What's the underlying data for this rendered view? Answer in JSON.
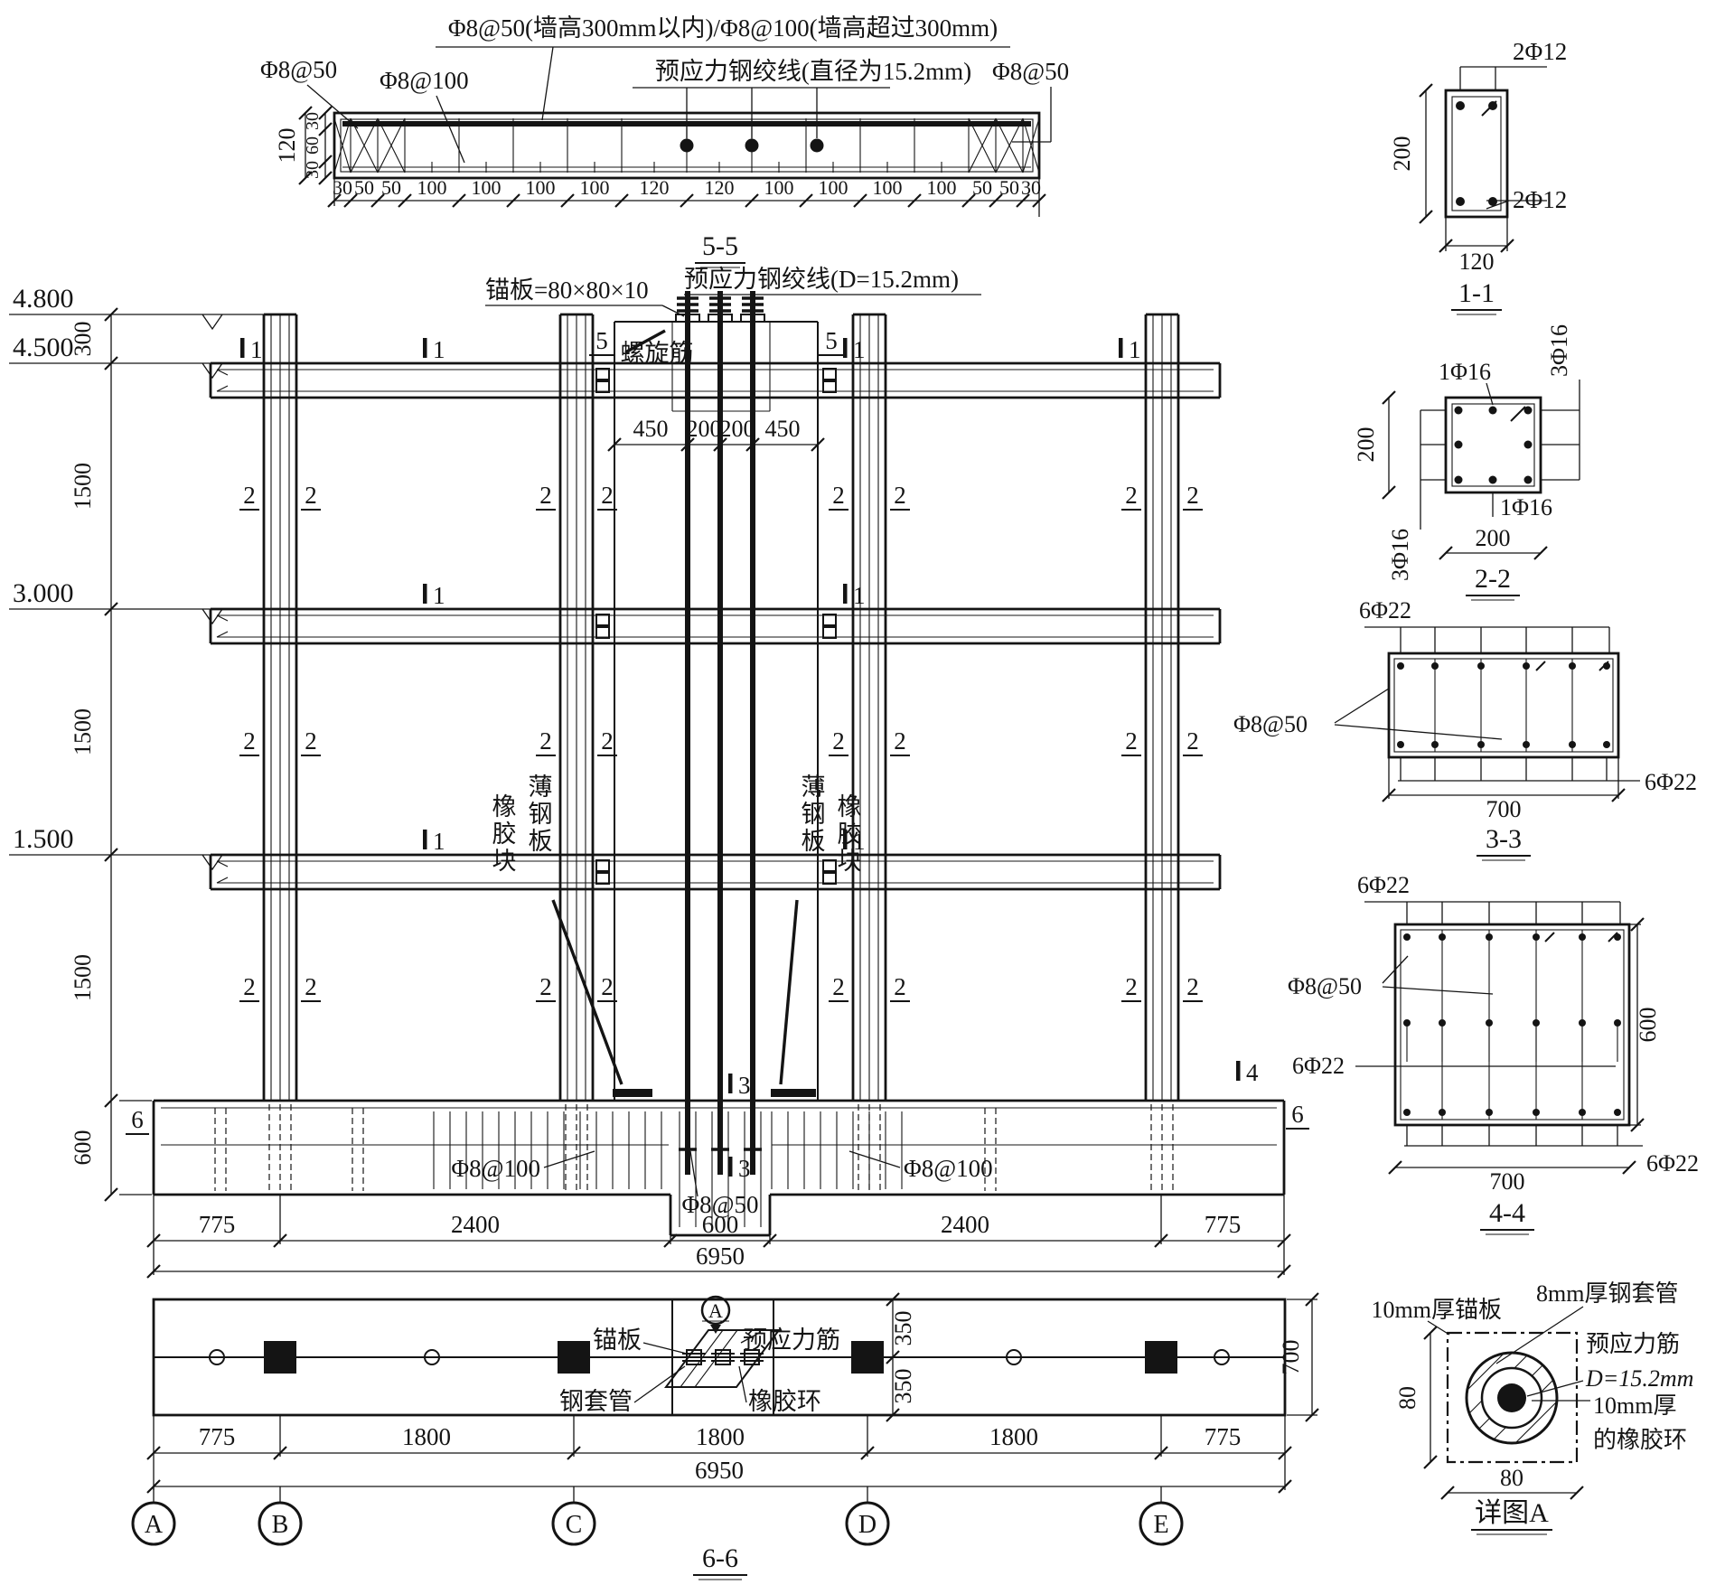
{
  "drawing": {
    "section55": {
      "title": "5-5",
      "note_top": "Φ8@50(墙高300mm以内)/Φ8@100(墙高超过300mm)",
      "note_strand": "预应力钢绞线(直径为15.2mm)",
      "phi50": "Φ8@50",
      "phi100": "Φ8@100",
      "d120": "120",
      "d30": "30",
      "d60": "60",
      "dims": [
        "30",
        "50",
        "50",
        "100",
        "100",
        "100",
        "100",
        "120",
        "120",
        "100",
        "100",
        "100",
        "100",
        "50",
        "50",
        "30"
      ]
    },
    "section11": {
      "title": "1-1",
      "bars": "2Φ12",
      "h": "200",
      "w": "120"
    },
    "section22": {
      "title": "2-2",
      "bar1": "1Φ16",
      "bar3": "3Φ16",
      "d200": "200"
    },
    "section33": {
      "title": "3-3",
      "bars": "6Φ22",
      "stirrup": "Φ8@50",
      "w": "700"
    },
    "section44": {
      "title": "4-4",
      "bars": "6Φ22",
      "stirrup": "Φ8@50",
      "h": "600",
      "w": "700"
    },
    "detailA": {
      "title": "详图A",
      "anchor_plate": "10mm厚锚板",
      "sleeve": "8mm厚钢套管",
      "tendon": "预应力筋",
      "tendon_d": "D=15.2mm",
      "rubber1": "10mm厚",
      "rubber2": "的橡胶环",
      "d80": "80"
    },
    "elevation": {
      "levels": [
        "4.800",
        "4.500",
        "3.000",
        "1.500"
      ],
      "d300": "300",
      "d1500": "1500",
      "d600": "600",
      "anchor_note": "锚板=80×80×10",
      "strand_note": "预应力钢绞线(D=15.2mm)",
      "spiral": "螺旋筋",
      "wall_dims": [
        "450",
        "200",
        "200",
        "450"
      ],
      "thin_plate": "薄钢板",
      "rubber_block": "橡胶块",
      "phi8_100": "Φ8@100",
      "phi8_50": "Φ8@50",
      "bottom_dims": [
        "775",
        "2400",
        "600",
        "2400",
        "775"
      ],
      "total": "6950",
      "m1": "1",
      "m2": "2",
      "m3": "3",
      "m4": "4",
      "m5": "5",
      "m6": "6"
    },
    "plan": {
      "title": "6-6",
      "anchor_plate": "锚板",
      "sleeve": "钢套管",
      "tendon": "预应力筋",
      "rubber_ring": "橡胶环",
      "detail_ref": "A",
      "d350": "350",
      "d700": "700",
      "bottom_dims": [
        "775",
        "1800",
        "1800",
        "1800",
        "775"
      ],
      "total": "6950",
      "axes": [
        "A",
        "B",
        "C",
        "D",
        "E"
      ]
    }
  }
}
